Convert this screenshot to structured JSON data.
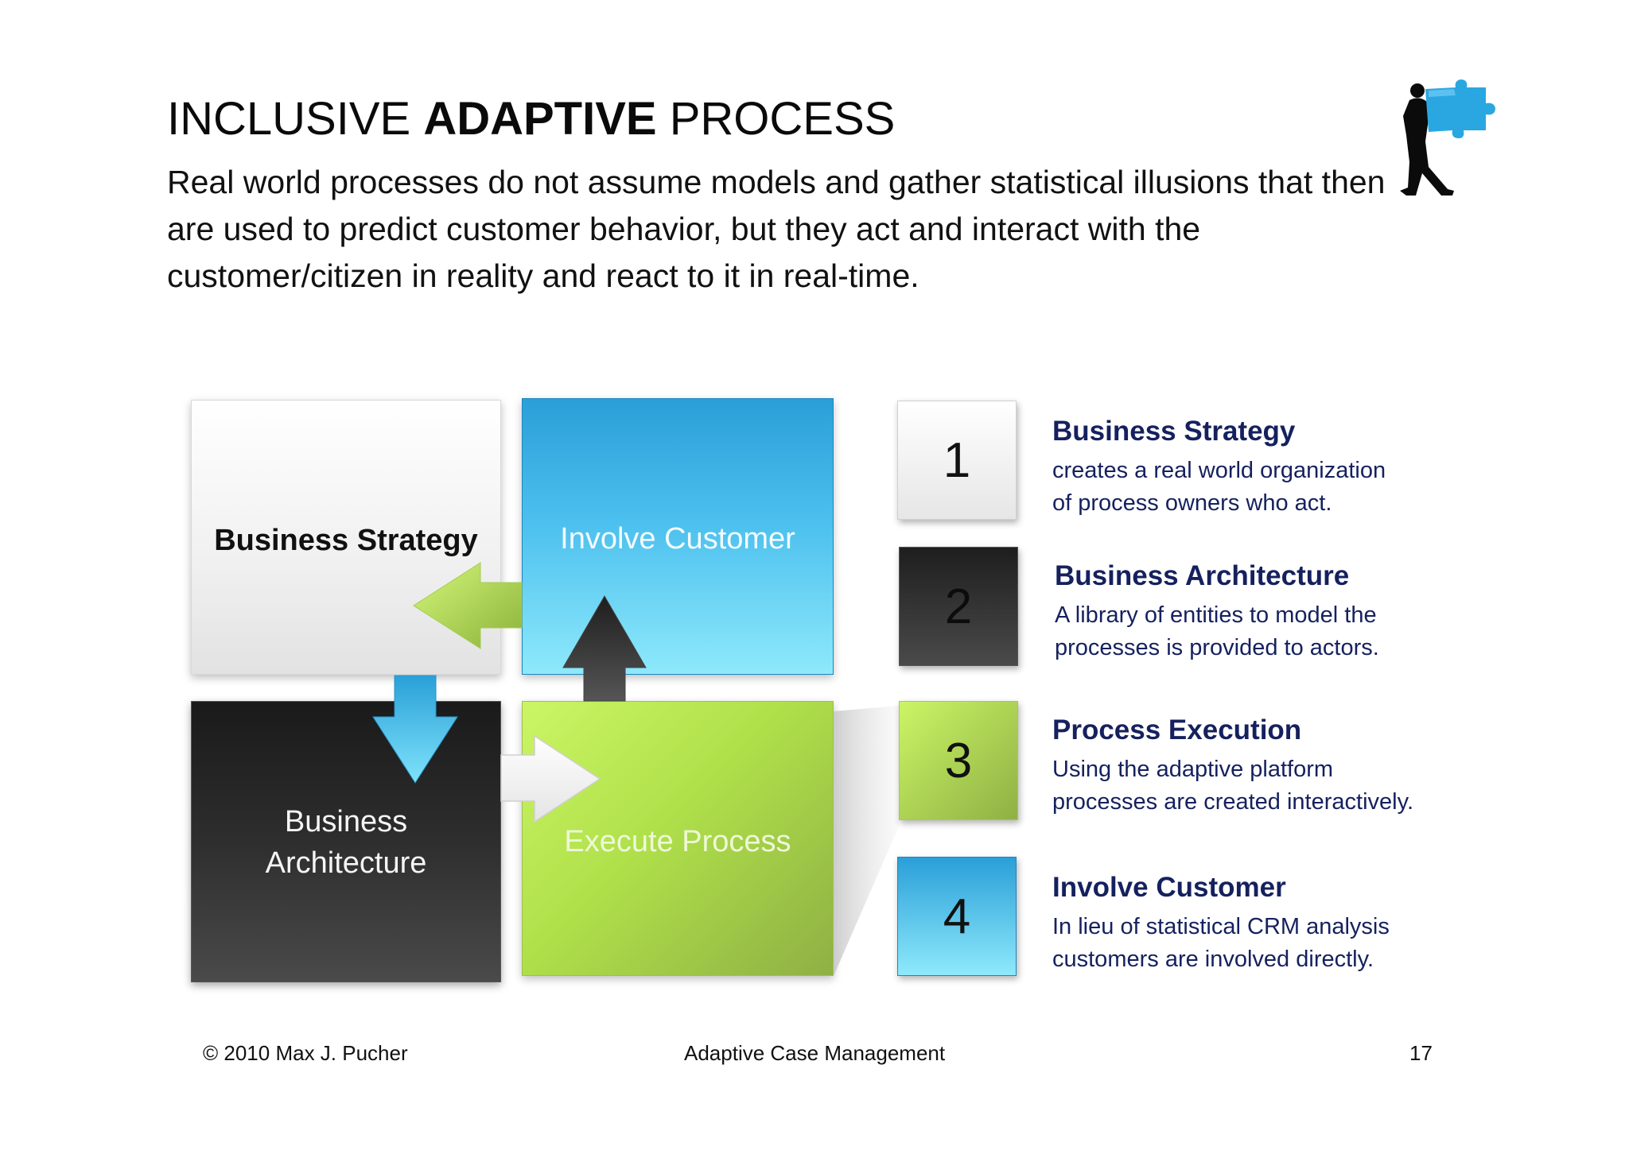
{
  "title": {
    "part1": "INCLUSIVE ",
    "bold": "ADAPTIVE",
    "part2": " PROCESS"
  },
  "subtitle": "Real world processes do not assume models and gather statistical illusions that then are used to predict customer behavior, but they act and interact with the customer/citizen in reality and react to it in real-time.",
  "logo": {
    "icon": "man-carrying-puzzle-piece-icon",
    "accent": "#1a9fe0"
  },
  "squares": {
    "strategy": "Business Strategy",
    "customer": "Involve Customer",
    "architecture_line1": "Business",
    "architecture_line2": "Architecture",
    "execute": "Execute Process"
  },
  "numbered": [
    {
      "num": "1",
      "title": "Business Strategy",
      "line1": "creates a real world organization",
      "line2": "of process owners who act."
    },
    {
      "num": "2",
      "title": "Business Architecture",
      "line1": "A library of entities to model the",
      "line2": "processes is provided to actors."
    },
    {
      "num": "3",
      "title": "Process Execution",
      "line1": "Using the adaptive platform",
      "line2": "processes are created interactively."
    },
    {
      "num": "4",
      "title": "Involve Customer",
      "line1": "In lieu of statistical CRM analysis",
      "line2": "customers are involved directly."
    }
  ],
  "colors": {
    "blue": "#2aa7e0",
    "green": "#b5e04e",
    "dark": "#2a2a2a",
    "desc_text": "#15215e"
  },
  "footer": {
    "left": "© 2010 Max J. Pucher",
    "center": "Adaptive Case Management",
    "right": "17"
  }
}
